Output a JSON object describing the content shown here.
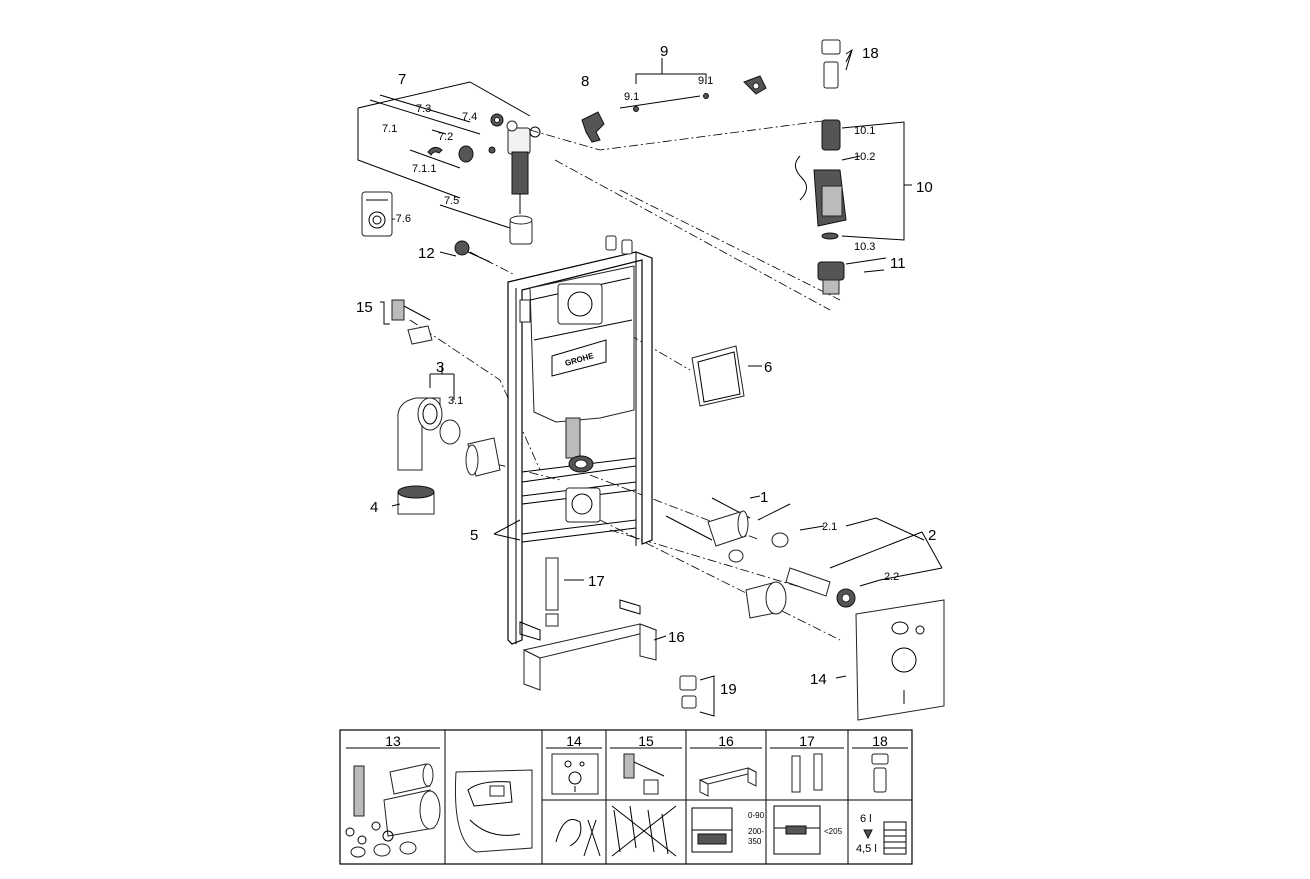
{
  "brand": "GROHE",
  "callouts": {
    "c1": "1",
    "c2": "2",
    "c2_1": "2.1",
    "c2_2": "2.2",
    "c3": "3",
    "c3_1": "3.1",
    "c4": "4",
    "c5": "5",
    "c6": "6",
    "c7": "7",
    "c7_1": "7.1",
    "c7_1_1": "7.1.1",
    "c7_2": "7.2",
    "c7_3": "7.3",
    "c7_4": "7.4",
    "c7_5": "7.5",
    "c7_6": "-7.6",
    "c8": "8",
    "c9": "9",
    "c9_1a": "9.1",
    "c9_1b": "9.1",
    "c10": "10",
    "c10_1": "10.1",
    "c10_2": "10.2",
    "c10_3": "10.3",
    "c11": "11",
    "c12": "12",
    "c14": "14",
    "c15": "15",
    "c16": "16",
    "c17": "17",
    "c18": "18",
    "c19": "19"
  },
  "table": {
    "headers": [
      "13",
      "",
      "14",
      "15",
      "16",
      "17",
      "18"
    ],
    "notes": {
      "h16a": "0-90",
      "h16b": "200-",
      "h16c": "350",
      "h17": "<205",
      "vol_a": "6 l",
      "vol_b": "4,5 l"
    }
  }
}
